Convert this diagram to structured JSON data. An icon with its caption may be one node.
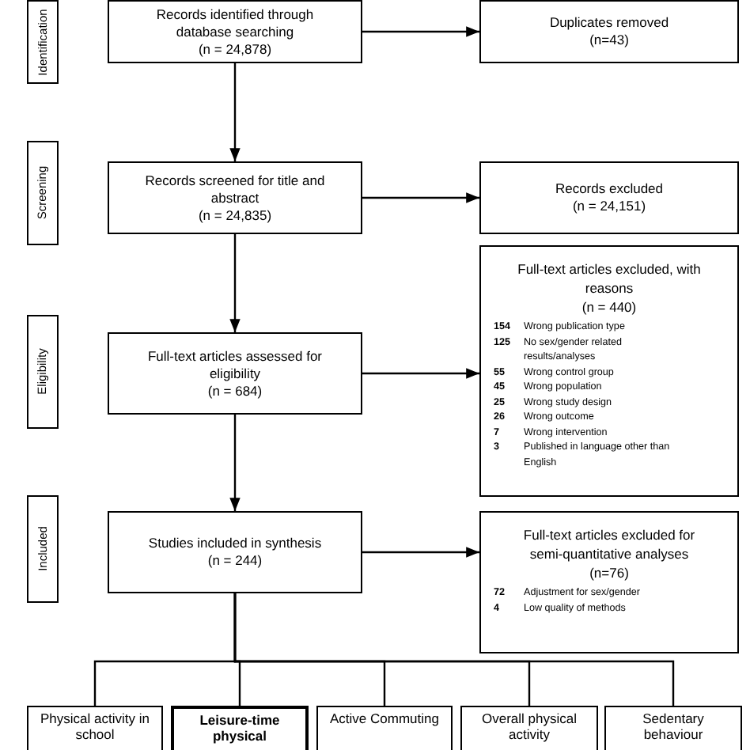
{
  "diagram": {
    "nodes": [
      {
        "text": [
          "Identification"
        ]
      },
      {
        "text": [
          "Records identified through database searching",
          "(n = 24,878)"
        ]
      },
      {
        "text": [
          "Duplicates removed",
          "(n=43)"
        ]
      },
      {
        "text": [
          "Screening"
        ]
      },
      {
        "text": [
          "Records screened for title and abstract",
          "(n = 24,835)"
        ]
      },
      {
        "text": [
          "Records excluded",
          "(n = 24,151)"
        ]
      },
      {
        "text": [
          "Full-text articles excluded, with reasons",
          "(n = 440)",
          "154",
          "Wrong publication type",
          "125",
          "No sex/gender related results/analyses",
          "55",
          "Wrong control group",
          "45",
          "Wrong population",
          "25",
          "Wrong study design",
          "26",
          "Wrong outcome",
          "7",
          "Wrong intervention",
          "3",
          "Published in language other than English"
        ]
      },
      {
        "text": [
          "Eligibility"
        ]
      },
      {
        "text": [
          "Full-text articles assessed for eligibility",
          "(n = 684)"
        ]
      },
      {
        "text": [
          "Included"
        ]
      },
      {
        "text": [
          "Studies included in synthesis",
          "(n = 244)"
        ]
      },
      {
        "text": [
          "Full-text articles excluded for semi-quantitative analyses",
          "(n=76)",
          "72",
          "Adjustment for sex/gender",
          "4",
          "Low quality of methods"
        ]
      },
      {
        "text": [
          "Physical activity in school"
        ]
      },
      {
        "text": [
          "Leisure-time physical"
        ]
      },
      {
        "text": [
          "Active Commuting"
        ]
      },
      {
        "text": [
          "Overall physical activity"
        ]
      },
      {
        "text": [
          "Sedentary behaviour"
        ]
      }
    ],
    "edges": [
      {
        "from": 1,
        "to": 2,
        "arrow": "to"
      },
      {
        "from": 1,
        "to": 4,
        "arrow": "to"
      },
      {
        "from": 4,
        "to": 5,
        "arrow": "to"
      },
      {
        "from": 4,
        "to": 8,
        "arrow": "to"
      },
      {
        "from": 8,
        "to": 6,
        "arrow": "to"
      },
      {
        "from": 8,
        "to": 10,
        "arrow": "to"
      },
      {
        "from": 10,
        "to": 11,
        "arrow": "to"
      },
      {
        "from": 10,
        "to": 12,
        "arrow": "none"
      },
      {
        "from": 10,
        "to": 13,
        "arrow": "none"
      },
      {
        "from": 10,
        "to": 14,
        "arrow": "none"
      },
      {
        "from": 10,
        "to": 15,
        "arrow": "none"
      },
      {
        "from": 10,
        "to": 16,
        "arrow": "none"
      }
    ]
  }
}
